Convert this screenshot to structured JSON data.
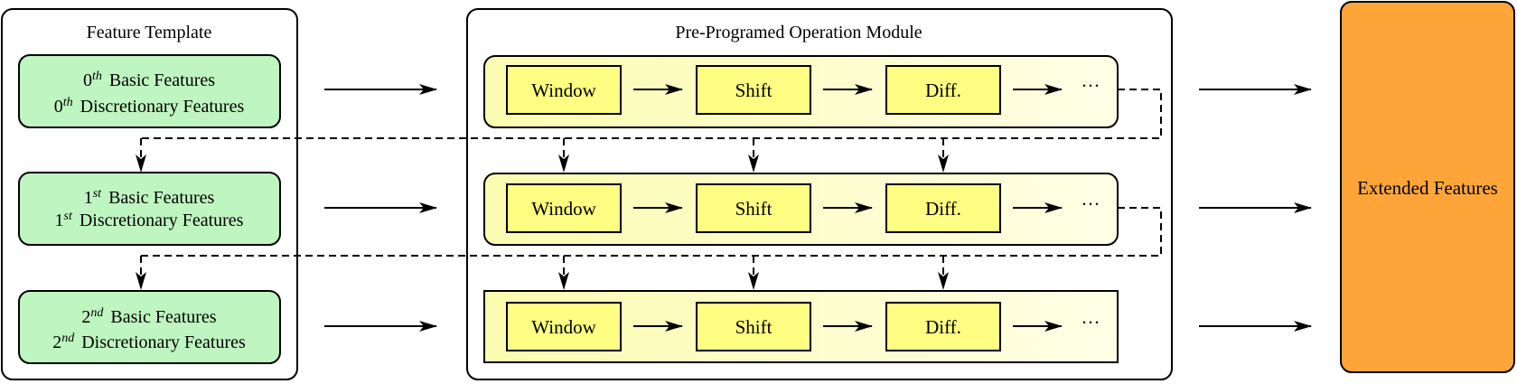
{
  "template_panel": {
    "title": "Feature Template"
  },
  "features": [
    {
      "ordinal": "0",
      "suffix": "th",
      "basic": "Basic Features",
      "discretionary": "Discretionary Features"
    },
    {
      "ordinal": "1",
      "suffix": "st",
      "basic": "Basic Features",
      "discretionary": "Discretionary Features"
    },
    {
      "ordinal": "2",
      "suffix": "nd",
      "basic": "Basic Features",
      "discretionary": "Discretionary Features"
    }
  ],
  "module_panel": {
    "title": "Pre-Programed Operation Module"
  },
  "operations": {
    "window": "Window",
    "shift": "Shift",
    "diff": "Diff.",
    "more": "···"
  },
  "output": {
    "label": "Extended Features"
  },
  "colors": {
    "feature_fill": "#bff5c0",
    "operation_fill": "#fefe82",
    "row_fill": "#fdfdc4",
    "output_fill": "#fea53a"
  }
}
